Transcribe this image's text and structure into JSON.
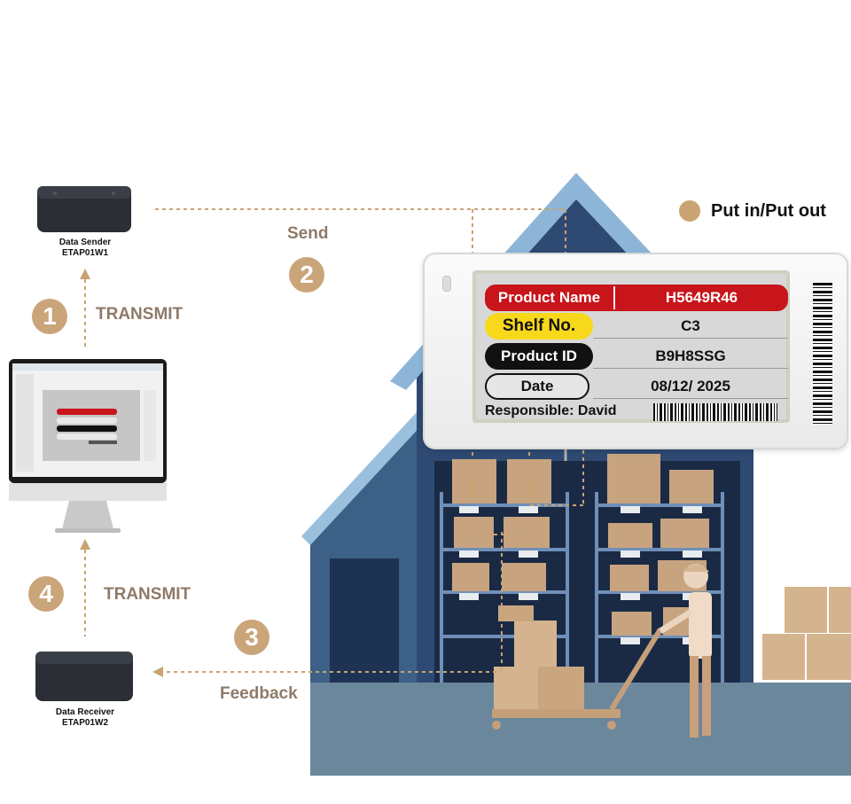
{
  "legend": {
    "label": "Put in/Put out",
    "color": "#c9a371"
  },
  "devices": {
    "sender": {
      "name": "Data Sender",
      "model": "ETAP01W1"
    },
    "receiver": {
      "name": "Data Receiver",
      "model": "ETAP01W2"
    }
  },
  "steps": [
    {
      "number": "1",
      "label": "TRANSMIT"
    },
    {
      "number": "2",
      "label": "Send"
    },
    {
      "number": "3",
      "label": "Feedback"
    },
    {
      "number": "4",
      "label": "TRANSMIT"
    }
  ],
  "tag": {
    "product_name_label": "Product Name",
    "product_name_value": "H5649R46",
    "shelf_label": "Shelf No.",
    "shelf_value": "C3",
    "product_id_label": "Product ID",
    "product_id_value": "B9H8SSG",
    "date_label": "Date",
    "date_value": "08/12/ 2025",
    "responsible": "Responsible: David"
  },
  "colors": {
    "accent": "#c9a371",
    "tag_red": "#c8141b",
    "shelf_yellow": "#f7d81b",
    "building": "#2e4a72",
    "roof": "#8db5d7"
  }
}
